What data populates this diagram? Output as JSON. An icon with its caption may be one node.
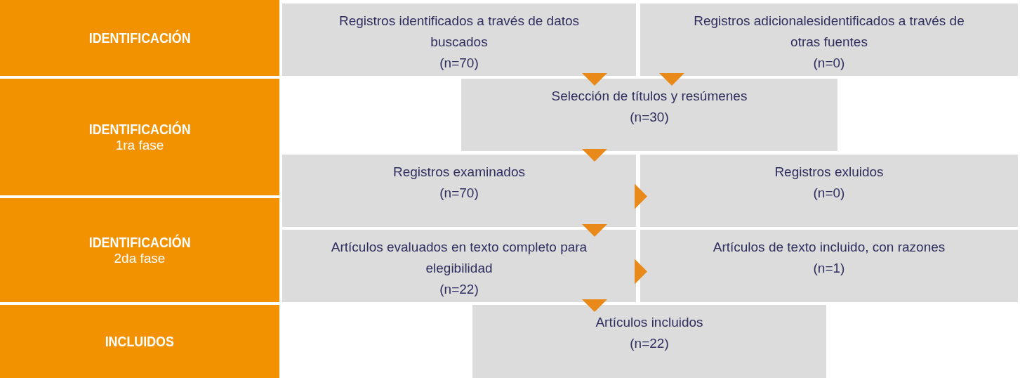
{
  "diagram": {
    "nodes": [
      {
        "text": [
          "IDENTIFICACIÓN"
        ]
      },
      {
        "text": [
          "IDENTIFICACIÓN",
          "1ra fase"
        ]
      },
      {
        "text": [
          "IDENTIFICACIÓN",
          "2da fase"
        ]
      },
      {
        "text": [
          "INCLUIDOS"
        ]
      },
      {
        "text": [
          "Registros identificados a través de datos buscados",
          "(n=70)"
        ]
      },
      {
        "text": [
          "Registros adicionalesidentificados a través de otras fuentes",
          "(n=0)"
        ]
      },
      {
        "text": [
          "Selección de títulos y resúmenes",
          "(n=30)"
        ]
      },
      {
        "text": [
          "Registros examinados",
          "(n=70)"
        ]
      },
      {
        "text": [
          "Registros exluidos",
          "(n=0)"
        ]
      },
      {
        "text": [
          "Artículos evaluados en texto completo para elegibilidad",
          "(n=22)"
        ]
      },
      {
        "text": [
          "Artículos de texto incluido, con razones",
          "(n=1)"
        ]
      },
      {
        "text": [
          "Artículos incluidos",
          "(n=22)"
        ]
      }
    ],
    "edges": [
      {
        "from": 4,
        "to": 6,
        "arrow": "to"
      },
      {
        "from": 5,
        "to": 6,
        "arrow": "to"
      },
      {
        "from": 6,
        "to": 7,
        "arrow": "to"
      },
      {
        "from": 7,
        "to": 8,
        "arrow": "to"
      },
      {
        "from": 7,
        "to": 9,
        "arrow": "to"
      },
      {
        "from": 9,
        "to": 10,
        "arrow": "to"
      },
      {
        "from": 9,
        "to": 11,
        "arrow": "to"
      }
    ]
  }
}
